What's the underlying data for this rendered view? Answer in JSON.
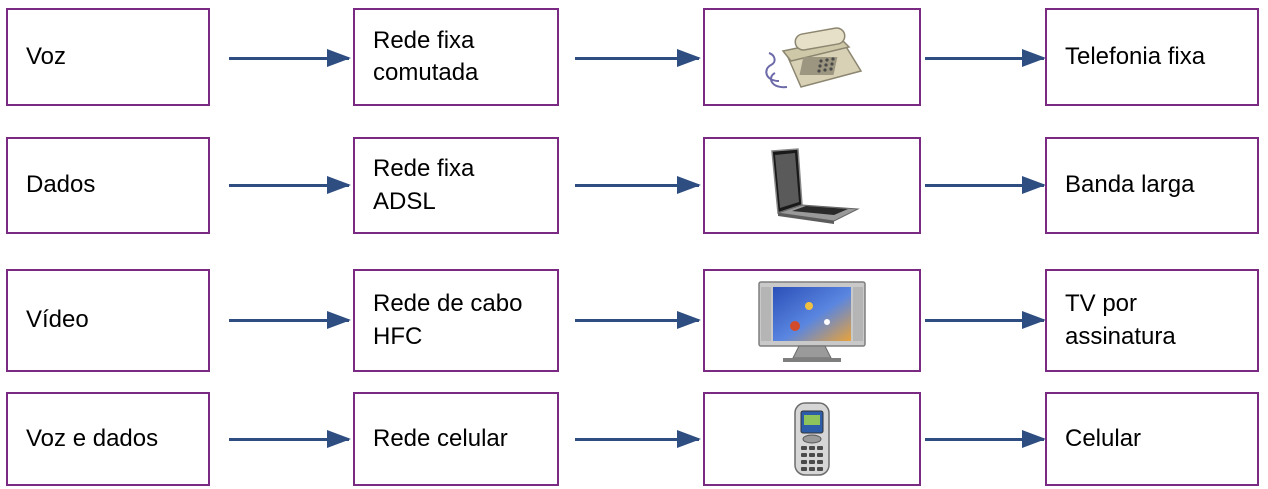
{
  "rows": [
    {
      "service": "Voz",
      "network": "Rede fixa\ncomutada",
      "device_icon": "desk-phone-icon",
      "result": "Telefonia fixa"
    },
    {
      "service": "Dados",
      "network": "Rede fixa\nADSL",
      "device_icon": "laptop-icon",
      "result": "Banda larga"
    },
    {
      "service": "Vídeo",
      "network": "Rede de cabo\nHFC",
      "device_icon": "flat-tv-icon",
      "result": "TV por\nassinatura"
    },
    {
      "service": "Voz e dados",
      "network": "Rede celular",
      "device_icon": "cell-phone-icon",
      "result": "Celular"
    }
  ],
  "colors": {
    "box_border": "#7a2a83",
    "arrow": "#2e4d80",
    "text": "#000000"
  }
}
